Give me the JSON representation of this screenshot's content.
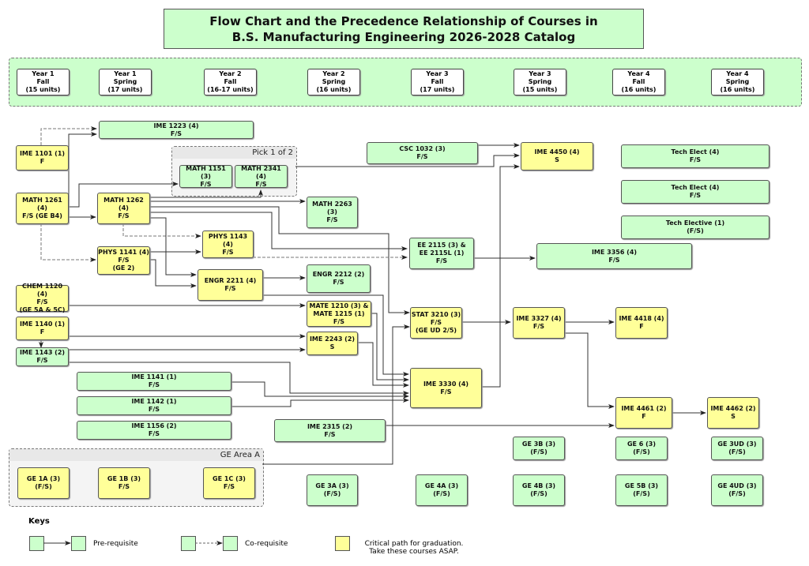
{
  "title": {
    "line1": "Flow Chart and the Precedence Relationship of Courses in",
    "line2": "B.S. Manufacturing Engineering 2026-2028 Catalog"
  },
  "terms": [
    {
      "year": "Year 1",
      "term": "Fall",
      "units": "(15 units)"
    },
    {
      "year": "Year 1",
      "term": "Spring",
      "units": "(17 units)"
    },
    {
      "year": "Year 2",
      "term": "Fall",
      "units": "(16-17 units)"
    },
    {
      "year": "Year 2",
      "term": "Spring",
      "units": "(16 units)"
    },
    {
      "year": "Year 3",
      "term": "Fall",
      "units": "(17 units)"
    },
    {
      "year": "Year 3",
      "term": "Spring",
      "units": "(15 units)"
    },
    {
      "year": "Year 4",
      "term": "Fall",
      "units": "(16 units)"
    },
    {
      "year": "Year 4",
      "term": "Spring",
      "units": "(16 units)"
    }
  ],
  "groups": {
    "pick": "Pick 1 of 2",
    "ge_area_a": "GE Area A"
  },
  "courses": {
    "ime1101": {
      "l1": "IME 1101 (1)",
      "l2": "F",
      "critical": true
    },
    "ime1223": {
      "l1": "IME 1223 (4)",
      "l2": "F/S",
      "critical": false
    },
    "math1151": {
      "l1": "MATH 1151 (3)",
      "l2": "F/S",
      "critical": false
    },
    "math2341": {
      "l1": "MATH 2341 (4)",
      "l2": "F/S",
      "critical": false
    },
    "csc1032": {
      "l1": "CSC 1032 (3)",
      "l2": "F/S",
      "critical": false
    },
    "ime4450": {
      "l1": "IME 4450 (4)",
      "l2": "S",
      "critical": true
    },
    "tech1": {
      "l1": "Tech Elect (4)",
      "l2": "F/S",
      "critical": false
    },
    "tech2": {
      "l1": "Tech Elect (4)",
      "l2": "F/S",
      "critical": false
    },
    "tech3": {
      "l1": "Tech Elective (1)",
      "l2": "(F/S)",
      "critical": false
    },
    "math1261": {
      "l1": "MATH 1261 (4)",
      "l2": "F/S (GE B4)",
      "critical": true
    },
    "math1262": {
      "l1": "MATH 1262 (4)",
      "l2": "F/S",
      "critical": true
    },
    "math2263": {
      "l1": "MATH 2263 (3)",
      "l2": "F/S",
      "critical": false
    },
    "phys1143": {
      "l1": "PHYS 1143 (4)",
      "l2": "F/S",
      "critical": true
    },
    "phys1141": {
      "l1": "PHYS 1141 (4)",
      "l2": "F/S",
      "l3": "(GE 2)",
      "critical": true
    },
    "ee2115": {
      "l1": "EE 2115 (3) &",
      "l2": "EE 2115L (1)",
      "l3": "F/S",
      "critical": false
    },
    "ime3356": {
      "l1": "IME 3356 (4)",
      "l2": "F/S",
      "critical": false
    },
    "engr2211": {
      "l1": "ENGR 2211 (4)",
      "l2": "F/S",
      "critical": true
    },
    "engr2212": {
      "l1": "ENGR 2212 (2)",
      "l2": "F/S",
      "critical": false
    },
    "chem1120": {
      "l1": "CHEM 1120 (4)",
      "l2": "F/S",
      "l3": "(GE 5A & 5C)",
      "critical": true
    },
    "mate1210": {
      "l1": "MATE 1210 (3) &",
      "l2": "MATE 1215 (1)",
      "l3": "F/S",
      "critical": true
    },
    "stat3210": {
      "l1": "STAT 3210 (3)",
      "l2": "F/S",
      "l3": "(GE UD 2/5)",
      "critical": true
    },
    "ime3327": {
      "l1": "IME 3327 (4)",
      "l2": "F/S",
      "critical": true
    },
    "ime4418": {
      "l1": "IME 4418 (4)",
      "l2": "F",
      "critical": true
    },
    "ime1140": {
      "l1": "IME 1140 (1)",
      "l2": "F",
      "critical": true
    },
    "ime2243": {
      "l1": "IME 2243 (2)",
      "l2": "S",
      "critical": true
    },
    "ime1143": {
      "l1": "IME 1143 (2)",
      "l2": "F/S",
      "critical": false
    },
    "ime1141": {
      "l1": "IME 1141 (1)",
      "l2": "F/S",
      "critical": false
    },
    "ime3330": {
      "l1": "IME 3330 (4)",
      "l2": "F/S",
      "critical": true
    },
    "ime1142": {
      "l1": "IME 1142 (1)",
      "l2": "F/S",
      "critical": false
    },
    "ime4461": {
      "l1": "IME 4461 (2)",
      "l2": "F",
      "critical": true
    },
    "ime4462": {
      "l1": "IME 4462 (2)",
      "l2": "S",
      "critical": true
    },
    "ime1156": {
      "l1": "IME 1156 (2)",
      "l2": "F/S",
      "critical": false
    },
    "ime2315": {
      "l1": "IME 2315 (2)",
      "l2": "F/S",
      "critical": false
    },
    "ge3b": {
      "l1": "GE 3B (3)",
      "l2": "(F/S)",
      "critical": false
    },
    "ge6": {
      "l1": "GE 6 (3)",
      "l2": "(F/S)",
      "critical": false
    },
    "ge3ud": {
      "l1": "GE 3UD (3)",
      "l2": "(F/S)",
      "critical": false
    },
    "ge1a": {
      "l1": "GE 1A (3)",
      "l2": "(F/S)",
      "critical": true
    },
    "ge1b": {
      "l1": "GE 1B (3)",
      "l2": "F/S",
      "critical": true
    },
    "ge1c": {
      "l1": "GE 1C (3)",
      "l2": "F/S",
      "critical": true
    },
    "ge3a": {
      "l1": "GE 3A (3)",
      "l2": "(F/S)",
      "critical": false
    },
    "ge4a": {
      "l1": "GE 4A (3)",
      "l2": "(F/S)",
      "critical": false
    },
    "ge4b": {
      "l1": "GE 4B (3)",
      "l2": "(F/S)",
      "critical": false
    },
    "ge5b": {
      "l1": "GE 5B (3)",
      "l2": "(F/S)",
      "critical": false
    },
    "ge4ud": {
      "l1": "GE 4UD (3)",
      "l2": "(F/S)",
      "critical": false
    }
  },
  "keys": {
    "title": "Keys",
    "prereq": "Pre-requisite",
    "coreq": "Co-requisite",
    "critical_l1": "Critical path for graduation.",
    "critical_l2": "Take these courses ASAP."
  },
  "colors": {
    "standard": "#ccffcc",
    "critical": "#ffff99",
    "link": "#333333"
  }
}
